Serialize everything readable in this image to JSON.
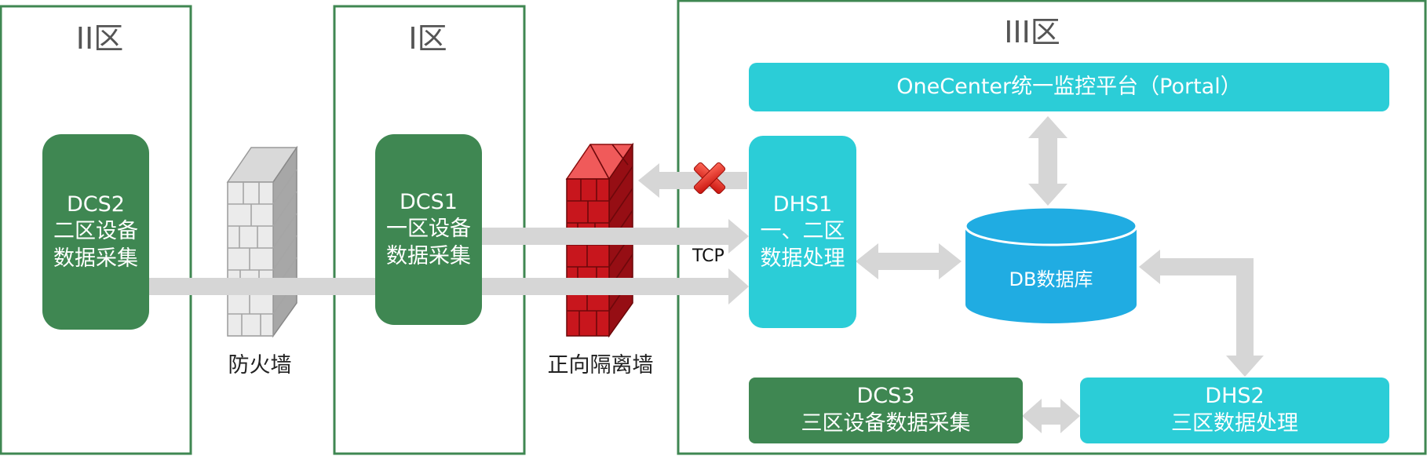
{
  "zones": {
    "zone2": {
      "title": "II区"
    },
    "zone1": {
      "title": "I区"
    },
    "zone3": {
      "title": "III区"
    }
  },
  "nodes": {
    "dcs2": {
      "line1": "DCS2",
      "line2": "二区设备",
      "line3": "数据采集"
    },
    "dcs1": {
      "line1": "DCS1",
      "line2": "一区设备",
      "line3": "数据采集"
    },
    "dhs1": {
      "line1": "DHS1",
      "line2": "一、二区",
      "line3": "数据处理"
    },
    "onecenter": {
      "label": "OneCenter统一监控平台（Portal）"
    },
    "db": {
      "label": "DB数据库"
    },
    "dcs3": {
      "line1": "DCS3",
      "line2": "三区设备数据采集"
    },
    "dhs2": {
      "line1": "DHS2",
      "line2": "三区数据处理"
    }
  },
  "walls": {
    "firewall": {
      "label": "防火墙",
      "icon": "gray-brick-wall-icon"
    },
    "isolation": {
      "label": "正向隔离墙",
      "icon": "red-brick-wall-icon"
    }
  },
  "links": {
    "tcp_label": "TCP",
    "blocked_icon": "red-x-icon"
  },
  "colors": {
    "zone_border": "#3f8752",
    "green_node": "#3f8752",
    "cyan_node": "#2bcdd7",
    "db": "#20ace2",
    "arrow": "#d6d6d6",
    "blocked": "#e0322b"
  }
}
